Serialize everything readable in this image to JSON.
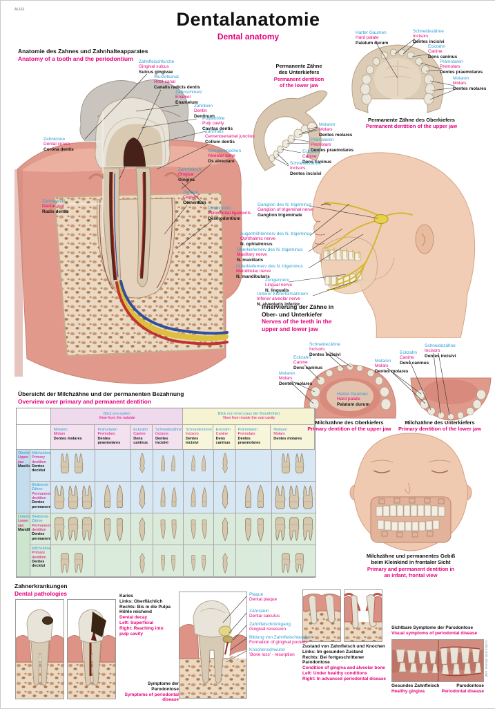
{
  "meta": {
    "code": "AL162",
    "copyright": "©2013 Erler-Zimmer, Lauf"
  },
  "title": {
    "de": "Dentalanatomie",
    "en": "Dental anatomy"
  },
  "colors": {
    "label_de": "#2f9fd3",
    "label_en": "#e5007d",
    "label_la": "#151515",
    "gum": "#e0998a",
    "bone": "#ecd9c4",
    "nerve": "#d4b731",
    "band_outside": "#efd9ec",
    "band_inside": "#f6f3d3",
    "upper_rows": "#d7e7f3",
    "lower_rows": "#daeadb"
  },
  "tooth_anatomy": {
    "heading": {
      "de": "Anatomie des Zahnes und Zahnhalteapparates",
      "en": "Anatomy of a tooth and the periodontium"
    },
    "labels": {
      "crown": {
        "de": "Zahnkrone",
        "en": "Dental crown",
        "la": "Corona dentis"
      },
      "root": {
        "de": "Zahnwurzel",
        "en": "Dental root",
        "la": "Radix dentis"
      },
      "sulcus": {
        "de": "Zahnfleischfurche",
        "en": "Gingival sulcus",
        "la": "Sulcus gingivae"
      },
      "root_canal": {
        "de": "Wurzelkanal",
        "en": "Root canal",
        "la": "Canalis radicis dentis"
      },
      "enamel": {
        "de": "Zahnschmelz",
        "en": "Enamel",
        "la": "Enamelum"
      },
      "dentin": {
        "de": "Zahnbein",
        "en": "Dentin",
        "la": "Dentinum"
      },
      "pulp": {
        "de": "Pulpahöhle",
        "en": "Pulp cavity",
        "la": "Cavitas dentis"
      },
      "neck": {
        "de": "Zahnhals",
        "en": "Cementoenamel junction",
        "la": "Collum dentis"
      },
      "alveolar_bone": {
        "de": "Alveolarknochen",
        "en": "Alveolar bone",
        "la": "Os alveolare"
      },
      "gingiva": {
        "de": "Zahnfleisch",
        "en": "Gingiva",
        "la": "Gingiva"
      },
      "cement": {
        "de": "Zement",
        "en": "Cement",
        "la": "Cementum"
      },
      "desmodont": {
        "de": "Desmodont",
        "en": "Periodontal ligaments",
        "la": "Desmodontium"
      }
    }
  },
  "lower_jaw": {
    "heading": {
      "de": "Permanente Zähne\ndes Unterkiefers",
      "en": "Permanent dentition\nof the lower jaw"
    },
    "labels": {
      "molars": {
        "de": "Molaren",
        "en": "Molars",
        "la": "Dentes molares"
      },
      "premolars": {
        "de": "Prämolaren",
        "en": "Premolars",
        "la": "Dentes praemolares"
      },
      "canine": {
        "de": "Eckzahn",
        "en": "Canine",
        "la": "Dens caninus"
      },
      "incisors": {
        "de": "Schneidezähne",
        "en": "Incisors",
        "la": "Dentes incisivi"
      }
    }
  },
  "upper_jaw": {
    "caption": {
      "de": "Permanente Zähne des Oberkiefers",
      "en": "Permanent dentition of the upper jaw"
    },
    "labels": {
      "palate": {
        "de": "Harter Gaumen",
        "en": "Hard palate",
        "la": "Palatum durum"
      },
      "incisors": {
        "de": "Schneidezähne",
        "en": "Incisors",
        "la": "Dentes incisivi"
      },
      "canine": {
        "de": "Eckzahn",
        "en": "Canine",
        "la": "Dens caninus"
      },
      "premolars": {
        "de": "Prämolaren",
        "en": "Premolars",
        "la": "Dentes praemolares"
      },
      "molars": {
        "de": "Molaren",
        "en": "Molars",
        "la": "Dentes molares"
      }
    }
  },
  "innervation": {
    "caption": {
      "de": "Innervierung der Zähne in\nOber- und Unterkiefer",
      "en": "Nerves of the teeth in the\nupper and lower jaw"
    },
    "labels": {
      "ganglion": {
        "de": "Ganglion des N. trigeminus",
        "en": "Ganglion of trigeminal nerve",
        "la": "Ganglion trigeminale"
      },
      "ophthalmic": {
        "de": "Augenhöhlennerv des N. trigeminus",
        "en": "Ophthalmic nerve",
        "la": "N. ophtalmicus"
      },
      "maxillary": {
        "de": "Oberkiefernerv des N. trigeminus",
        "en": "Maxillary nerve",
        "la": "N. maxillaris"
      },
      "mandibular": {
        "de": "Unterkiefernerv des N. trigeminus",
        "en": "Mandibular nerve",
        "la": "N. mandibularis"
      },
      "lingual": {
        "de": "Zungennerv",
        "en": "Lingual nerve",
        "la": "N. lingualis"
      },
      "inferior_alveolar": {
        "de": "Unterer Kieferfortsatznerv",
        "en": "Inferior alveolar nerve",
        "la": "N. alveolaris inferior"
      }
    }
  },
  "dentition_table": {
    "heading": {
      "de": "Übersicht der Milchzähne und der permanenten Bezahnung",
      "en": "Overview over primary and permanent dentition"
    },
    "view_outside": {
      "de": "Blick von außen",
      "en": "View from the outside"
    },
    "view_inside": {
      "de": "Blick von innen (aus der Mundhöhle)",
      "en": "View from inside the oral cavity"
    },
    "columns": [
      {
        "de": "Molaren",
        "en": "Molars",
        "la": "Dentes molares"
      },
      {
        "de": "Prämolaren",
        "en": "Premolars",
        "la": "Dentes praemolares"
      },
      {
        "de": "Eckzahn",
        "en": "Canine",
        "la": "Dens caninus"
      },
      {
        "de": "Schneidezähne",
        "en": "Incisors",
        "la": "Dentes incisivi"
      },
      {
        "de": "Schneidezähne",
        "en": "Incisors",
        "la": "Dentes incisivi"
      },
      {
        "de": "Eckzahn",
        "en": "Canine",
        "la": "Dens caninus"
      },
      {
        "de": "Prämolaren",
        "en": "Premolars",
        "la": "Dentes praemolares"
      },
      {
        "de": "Molaren",
        "en": "Molars",
        "la": "Dentes molares"
      }
    ],
    "row_groups": [
      {
        "label": {
          "de": "Oberkiefer",
          "en": "Upper jaw",
          "la": "Maxilla"
        },
        "rows": [
          {
            "label": {
              "de": "Milchzähne",
              "en": "Primary dentition",
              "la": "Dentes decidui"
            }
          },
          {
            "label": {
              "de": "Bleibende Zähne",
              "en": "Permanent dentition",
              "la": "Dentes permanentes"
            }
          }
        ]
      },
      {
        "label": {
          "de": "Unterkiefer",
          "en": "Lower jaw",
          "la": "Mandibula"
        },
        "rows": [
          {
            "label": {
              "de": "Bleibende Zähne",
              "en": "Permanent dentition",
              "la": "Dentes permanentes"
            }
          },
          {
            "label": {
              "de": "Milchzähne",
              "en": "Primary dentition",
              "la": "Dentes decidui"
            }
          }
        ]
      }
    ],
    "teeth_per_quadrant": {
      "primary": {
        "molars": 2,
        "premolars": 0,
        "canine": 1,
        "incisors": 2
      },
      "permanent": {
        "molars": 3,
        "premolars": 2,
        "canine": 1,
        "incisors": 2
      }
    }
  },
  "primary_upper": {
    "caption": {
      "de": "Milchzähne des Oberkiefers",
      "en": "Primary dentition of the upper jaw"
    },
    "labels": {
      "incisors": {
        "de": "Schneidezähne",
        "en": "Incisors",
        "la": "Dentes incisivi"
      },
      "canine": {
        "de": "Eckzahn",
        "en": "Canine",
        "la": "Dens caninus"
      },
      "molars": {
        "de": "Molaren",
        "en": "Molars",
        "la": "Dentes molares"
      },
      "palate": {
        "de": "Harter Gaumen",
        "en": "Hard palate",
        "la": "Palatum durum"
      }
    }
  },
  "primary_lower": {
    "caption": {
      "de": "Milchzähne des Unterkiefers",
      "en": "Primary dentition of the lower jaw"
    },
    "labels": {
      "incisors": {
        "de": "Schneidezähne",
        "en": "Incisors",
        "la": "Dentes incisivi"
      },
      "canine": {
        "de": "Eckzahn",
        "en": "Canine",
        "la": "Dens caninus"
      },
      "molars": {
        "de": "Molaren",
        "en": "Molars",
        "la": "Dentes molares"
      }
    }
  },
  "infant": {
    "caption": {
      "de": "Milchzähne und permanentes Gebiß\nbeim Kleinkind in frontaler Sicht",
      "en": "Primary and permanent dentition in\nan infant, frontal view"
    }
  },
  "pathologies": {
    "heading": {
      "de": "Zahnerkrankungen",
      "en": "Dental pathologies"
    },
    "caries": {
      "de": "Karies\nLinks: Oberflächlich\nRechts: Bis in die Pulpa\nHöhle reichend",
      "en": "Dental decay\nLeft: Superficial\nRight: Reaching into\npulp cavity"
    },
    "plaque_labels": {
      "plaque": {
        "de": "Plaque",
        "en": "Dental plaque"
      },
      "calculus": {
        "de": "Zahnstein",
        "en": "Dental calculus"
      },
      "recession": {
        "de": "Zahnfleischrückgang",
        "en": "Gingival recession"
      },
      "pockets": {
        "de": "Bildung von Zahnfleischtaschen",
        "en": "Formation of gingival pockets"
      },
      "bone_loss": {
        "de": "Knochenschwund",
        "en": "'Bone loss' - resorption"
      }
    },
    "periodontal_caption": {
      "de": "Symptome der Parodontose",
      "en": "Symptoms of periodontal disease"
    },
    "condition": {
      "de": "Zustand von Zahnfleisch und Knochen\nLinks: Im gesunden Zustand\nRechts: Bei fortgeschrittener Parodontose",
      "en": "Condition of gingiva and alveolar bone\nLeft: Under healthy conditions\nRight: In advanced periodontal disease"
    },
    "visual": {
      "de": "Sichtbare Symptome der Parodontose",
      "en": "Visual symptoms of periodontal disease"
    },
    "healthy": {
      "de": "Gesundes Zahnfleisch",
      "en": "Healthy gingiva"
    },
    "disease": {
      "de": "Parodontose",
      "en": "Periodontal disease"
    }
  }
}
